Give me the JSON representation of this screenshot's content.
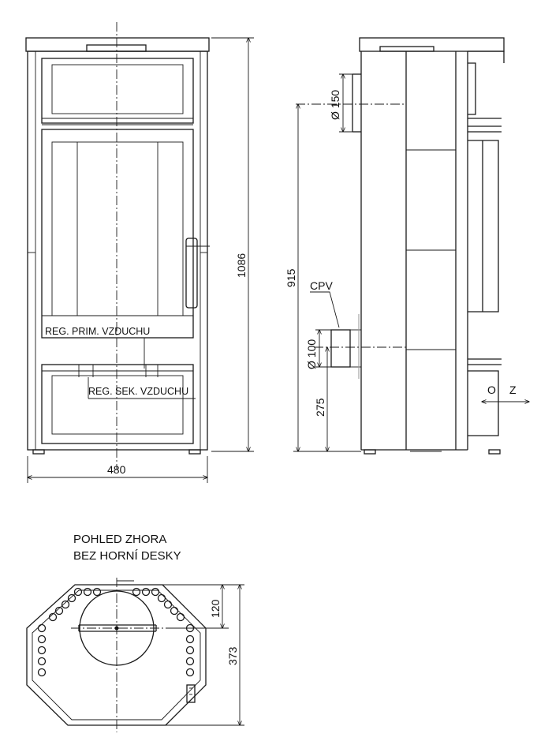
{
  "front_view": {
    "width_label": "480",
    "height_label": "1086",
    "reg_prim_label": "REG. PRIM. VZDUCHU",
    "reg_sek_label": "REG. SEK. VZDUCHU"
  },
  "side_view": {
    "flue_diameter_label": "Ø 150",
    "flue_height_label": "915",
    "cpv_label": "CPV",
    "inlet_diameter_label": "Ø 100",
    "inlet_height_label": "275",
    "direction_left": "O",
    "direction_right": "Z"
  },
  "top_view": {
    "title_line1": "POHLED ZHORA",
    "title_line2": "BEZ HORNÍ DESKY",
    "offset_label": "120",
    "depth_label": "373"
  }
}
